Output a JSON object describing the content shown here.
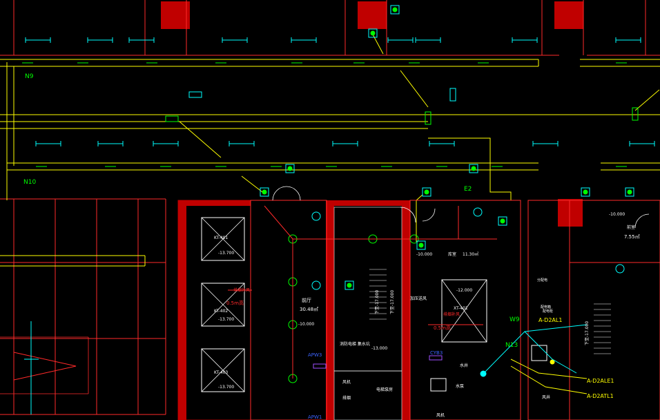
{
  "drawing": {
    "background": "#000000",
    "colors": {
      "red": "#ff2a2a",
      "dark_red": "#b40000",
      "fill_red": "#c00000",
      "yellow": "#ffff00",
      "green": "#00ff00",
      "cyan": "#00ffff",
      "white": "#ffffff",
      "blue": "#3c64ff",
      "magenta": "#a050ff"
    },
    "grid_labels": {
      "n9": "N9",
      "n10": "N10",
      "w9": "W9",
      "e2": "E2",
      "n13": "N13"
    },
    "shafts": {
      "kt401": "KT-401",
      "kt402": "KT-402",
      "kt403": "KT-403",
      "elev_401": "-13.700",
      "elev_402": "-13.700",
      "elev_403": "-13.700",
      "xt401": "XT-401",
      "xt_elev": "-12.000"
    },
    "rooms": {
      "hall_name": "前厅",
      "hall_area": "30.48㎡",
      "hall_elev": "-10.000",
      "storage_name": "库室",
      "storage_area": "11.30㎡",
      "storage_elev": "-10.000",
      "room_right_name": "前室",
      "room_right_area": "7.55㎡",
      "room_right_elev": "-10.000",
      "fire_room": "消防电梯\n集水坑",
      "fire_elev": "-13.000",
      "machine_room": "加压送风",
      "pipe_room": "分配电",
      "well": "水井",
      "well_right": "风井",
      "stair_text": "下至-17.000",
      "stair_text_2": "下至-17.000",
      "stair_text_3": "下至-17.000",
      "low_1": "风机",
      "low_1b": "排烟",
      "low_2": "电梯泵房",
      "low_3": "水泵",
      "low_4": "配电柜",
      "low_5": "风机"
    },
    "annotations": {
      "red_note_1": "排烟补风",
      "red_note_2": "0.5m高",
      "red_note_3": "排烟补风",
      "red_note_4": "0.5m高",
      "apw3": "APW3",
      "apw1": "APW1",
      "cyb3": "CYB3",
      "a_d2al1": "A-D2AL1",
      "a_d2ale1": "A-D2ALE1",
      "a_d2atl1": "A-D2ATL1",
      "elec_box": "配电箱"
    }
  }
}
